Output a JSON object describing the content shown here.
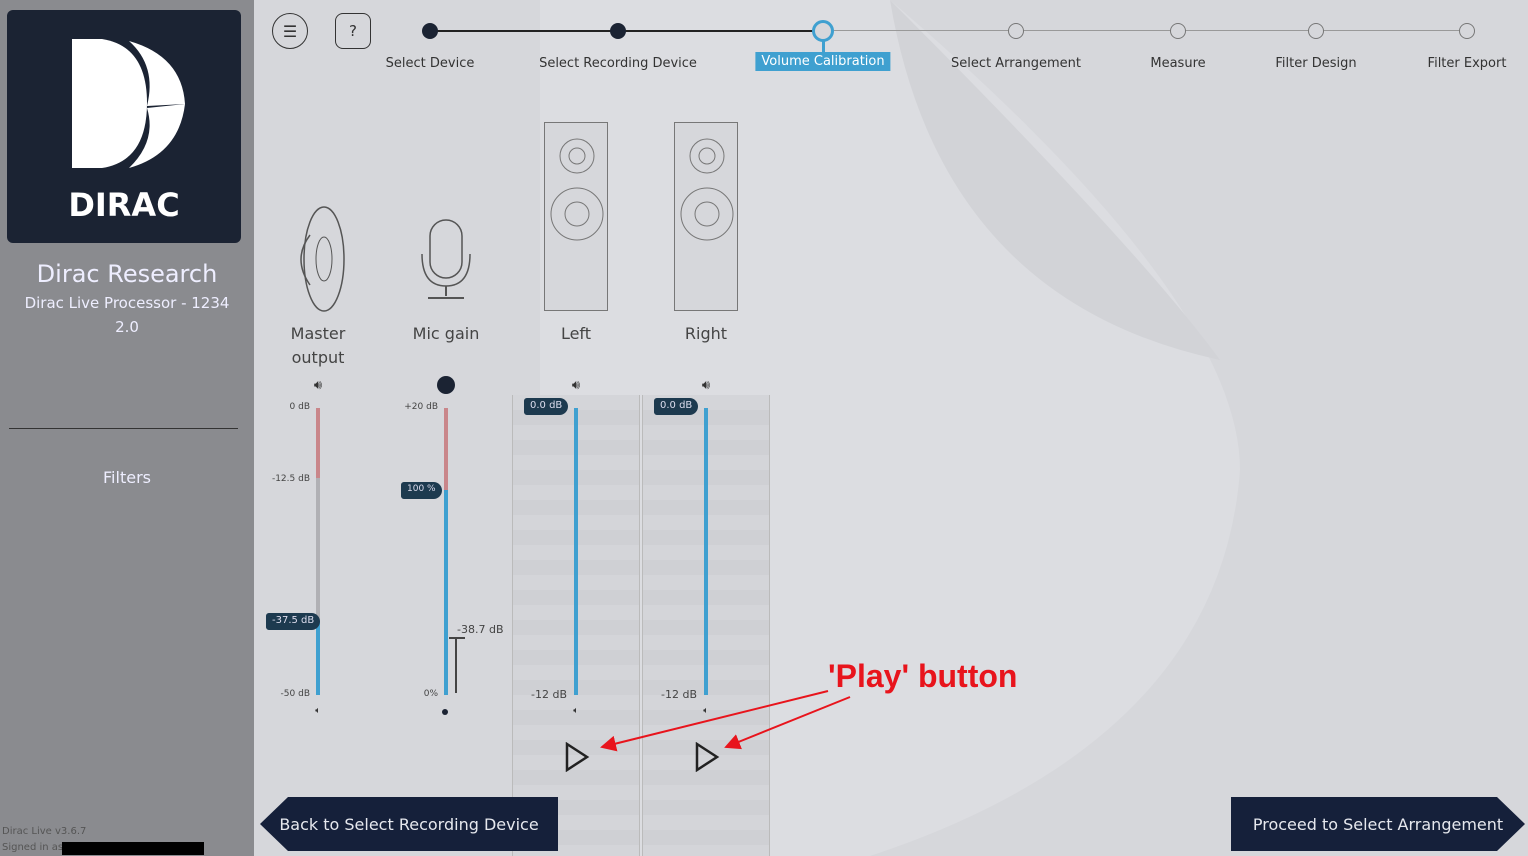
{
  "sidebar": {
    "brand": "DIRAC",
    "company": "Dirac Research",
    "device": "Dirac Live Processor - 1234",
    "channels": "2.0",
    "filters_label": "Filters",
    "version": "Dirac Live v3.6.7",
    "signed_in": "Signed in as"
  },
  "toolbar": {
    "menu_icon": "hamburger-icon",
    "help_label": "?"
  },
  "steps": [
    {
      "label": "Select Device",
      "state": "done"
    },
    {
      "label": "Select Recording Device",
      "state": "done"
    },
    {
      "label": "Volume Calibration",
      "state": "active"
    },
    {
      "label": "Select Arrangement",
      "state": "pending"
    },
    {
      "label": "Measure",
      "state": "pending"
    },
    {
      "label": "Filter Design",
      "state": "pending"
    },
    {
      "label": "Filter Export",
      "state": "pending"
    }
  ],
  "master": {
    "label_1": "Master",
    "label_2": "output",
    "top": "0 dB",
    "mid": "-12.5 dB",
    "bottom": "-50 dB",
    "value": "-37.5 dB"
  },
  "mic": {
    "label": "Mic gain",
    "top": "+20 dB",
    "bottom": "0%",
    "value": "100 %",
    "level": "-38.7 dB"
  },
  "left": {
    "label": "Left",
    "value": "0.0 dB",
    "bottom": "-12 dB"
  },
  "right": {
    "label": "Right",
    "value": "0.0 dB",
    "bottom": "-12 dB"
  },
  "nav": {
    "back": "Back to Select Recording Device",
    "proceed": "Proceed to Select Arrangement"
  },
  "annotation": {
    "text": "'Play' button",
    "color": "#e8141c"
  },
  "colors": {
    "accent": "#3fa0d0",
    "sidebar": "#8a8b8f",
    "dark": "#1b2333",
    "clip": "#c9868a"
  }
}
